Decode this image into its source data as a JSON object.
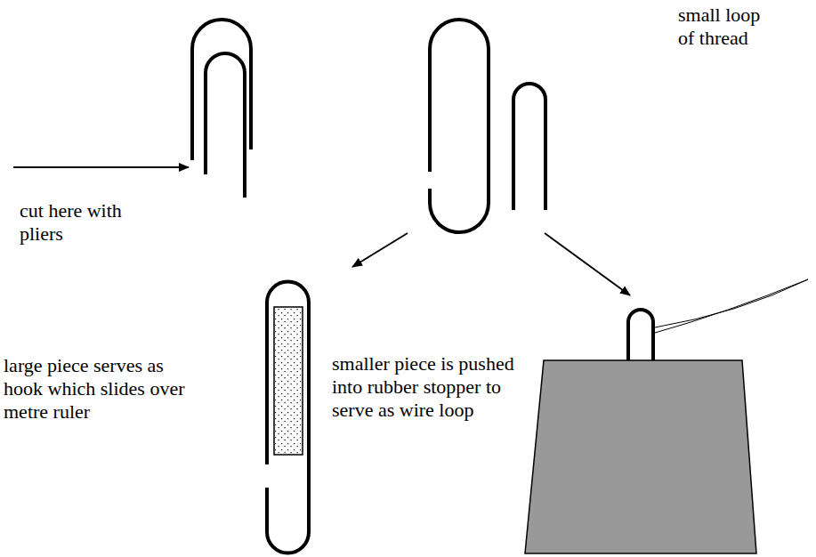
{
  "diagram": {
    "labels": [
      "cut here with pliers",
      "large piece serves as hook which slides over metre ruler",
      "smaller piece is pushed into rubber stopper to serve as wire loop",
      "small loop of thread"
    ]
  }
}
